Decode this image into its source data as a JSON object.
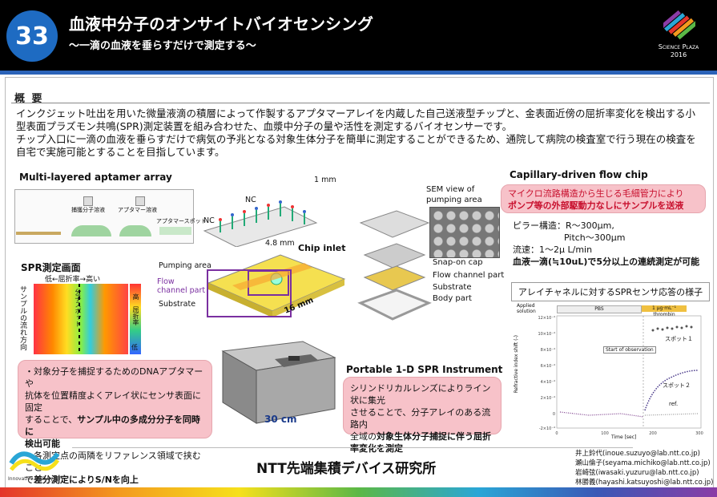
{
  "header": {
    "number": "33",
    "title": "血液中分子のオンサイトバイオセンシング",
    "subtitle": "〜一滴の血液を垂らすだけで測定する〜",
    "event_logo_line1": "Science Plaza",
    "event_logo_line2": "2016"
  },
  "overview": {
    "heading": "概 要",
    "paragraph1": "インクジェット吐出を用いた微量液滴の積層によって作製するアプタマーアレイを内蔵した自己送液型チップと、金表面近傍の屈折率変化を検出する小型表面プラズモン共鳴(SPR)測定装置を組み合わせた、血漿中分子の量や活性を測定するバイオセンサーです。",
    "paragraph2": "チップ入口に一滴の血液を垂らすだけで病気の予兆となる対象生体分子を簡単に測定することができるため、通院して病院の検査室で行う現在の検査を自宅で実施可能とすることを目指しています。"
  },
  "aptamer": {
    "heading": "Multi-layered aptamer array",
    "step1": "捕獲分子溶液",
    "step2": "アプタマー溶液",
    "step3": "アプタマースポット",
    "nc1": "NC",
    "nc2": "NC",
    "dim_1mm": "1 mm",
    "dim_48mm": "4.8 mm",
    "dim_16mm": "16 mm"
  },
  "chip": {
    "inlet": "Chip inlet",
    "pumping": "Pumping area",
    "flow_channel": "Flow channel part",
    "substrate": "Substrate"
  },
  "spr": {
    "heading": "SPR測定画面",
    "axis_top": "低←屈折率→高い",
    "axis_left": "サンプルの流れ方向",
    "molecule": "分子スポット",
    "legend_high": "高　屈折率",
    "legend_low": "低"
  },
  "sem": {
    "caption_line1": "SEM view of",
    "caption_line2": "pumping area",
    "snap_cap": "Snap-on cap",
    "flow_channel_part": "Flow channel part",
    "substrate": "Substrate",
    "body": "Body part"
  },
  "capillary": {
    "heading": "Capillary-driven flow chip",
    "box_line1": "マイクロ流路構造から生じる毛細管力により",
    "box_line2": "ポンプ等の外部駆動力なしにサンプルを送液",
    "pillar1": "ピラー構造：R～300μm,",
    "pillar2": "Pitch～300μm",
    "flow_rate": "流速：1～2μ L/min",
    "blood": "血液一滴(≒10uL)で5分以上の連続測定が可能"
  },
  "response_chart": {
    "header": "アレイチャネルに対するSPRセンサ応答の様子",
    "applied": "Applied solution",
    "pbs": "PBS",
    "analyte": "1 μg·mL⁻¹ thrombin",
    "ylabel": "Refractive index shift (-)",
    "xlabel": "Time [sec]",
    "start": "Start of observation",
    "spot1": "スポット１",
    "spot2": "スポット２",
    "ref": "ref.",
    "xticks": [
      "0",
      "100",
      "200",
      "300"
    ],
    "yticks": [
      "12×10⁻⁴",
      "10×10⁻⁴",
      "8×10⁻⁴",
      "6×10⁻⁴",
      "4×10⁻⁴",
      "2×10⁻⁴",
      "0",
      "-2×10⁻⁴"
    ]
  },
  "points_box": {
    "line1": "・対象分子を捕捉するためのDNAアプタマーや",
    "line2": "抗体を位置精度よくアレイ状にセンサ表面に固定",
    "line3": "することで、",
    "line3b": "サンプル中の多成分分子を同時に",
    "line4b": "検出可能",
    "line5": "・各測定点の両隣をリファレンス領域で挟むこと",
    "line6": "で",
    "line6b": "差分測定によりS/Nを向上"
  },
  "instrument": {
    "heading": "Portable 1-D SPR Instrument",
    "dim": "30 cm",
    "box_line1": "シリンドリカルレンズによりライン状に集光",
    "box_line2": "させることで、分子アレイのある流路内",
    "box_line3a": "全域の",
    "box_line3b": "対象生体分子捕捉に伴う屈折",
    "box_line4b": "率変化を測定"
  },
  "footer": {
    "org": "NTT先端集積デバイス研究所",
    "logo_text": "Innovative R&D by NTT",
    "contacts": [
      "井上鈴代(inoue.suzuyo@lab.ntt.co.jp)",
      "瀬山倫子(seyama.michiko@lab.ntt.co.jp)",
      "岩崎弦(iwasaki.yuzuru@lab.ntt.co.jp)",
      "林勝義(hayashi.katsuyoshi@lab.ntt.co.jp)"
    ]
  },
  "colors": {
    "header_bg": "#000000",
    "number_circle": "#1e6bc2",
    "pink_box": "#f7c2c9",
    "highlight_red": "#c8102e"
  }
}
